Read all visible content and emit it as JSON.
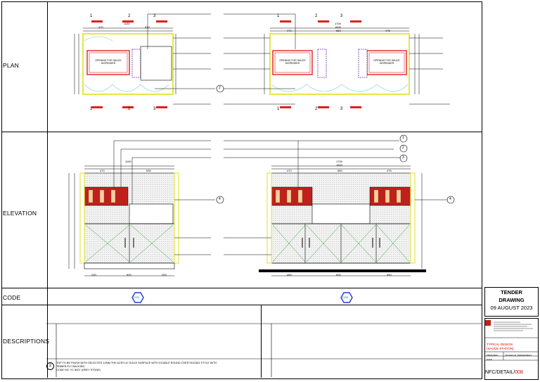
{
  "rows": {
    "plan": "PLAN",
    "elevation": "ELEVATION",
    "code": "CODE",
    "descriptions": "DESCRIPTIONS"
  },
  "codes": [
    "CO1",
    "CO2"
  ],
  "tender": {
    "title_line1": "TENDER",
    "title_line2": "DRAWING",
    "date": "09 AUGUST 2023"
  },
  "title_block": {
    "title_line1": "TYPICAL DESIGN",
    "title_line2": "(SAUCE STATION)",
    "prepared_label": "PREPARED",
    "prepared_value": "TECHNICAL DEPARTMENT",
    "date_label": "DATE",
    "drawing_prefix": "NFC/DETAIL/",
    "drawing_number": "008"
  },
  "note": {
    "mark": "2",
    "line1": "TOP TO BE FINISH WITH SELECTED 12MM THK ACRYLIC SOLID SURFACE WITH DOUBLE ROUND OVER EDGING STYLE WITH",
    "line2": "TIMBER PLY BACKING.",
    "line3": "CODE NO: YC 8007 (GREY STONE)"
  },
  "callouts": {
    "plan_left": [
      "1",
      "2",
      "3"
    ],
    "plan_right": [
      "1",
      "2",
      "3"
    ],
    "elev_left": "4",
    "elev_right": [
      "1",
      "2",
      "3",
      "4"
    ],
    "plan_tag": "2"
  },
  "dims": {
    "plan_left_top": [
      "1100",
      "470",
      "630"
    ],
    "plan_right_top": [
      "1700",
      "1600",
      "470",
      "660",
      "475"
    ],
    "elev_left_top": [
      "1100",
      "470",
      "630"
    ],
    "elev_right_top": [
      "1700",
      "1600",
      "470",
      "660",
      "475"
    ],
    "elev_left_bottom": [
      "200",
      "600",
      "200"
    ],
    "elev_right_bottom": [
      "450",
      "600",
      "450"
    ],
    "plan_labels": [
      "OPENING FOR SAUCE DISPENSER"
    ]
  }
}
